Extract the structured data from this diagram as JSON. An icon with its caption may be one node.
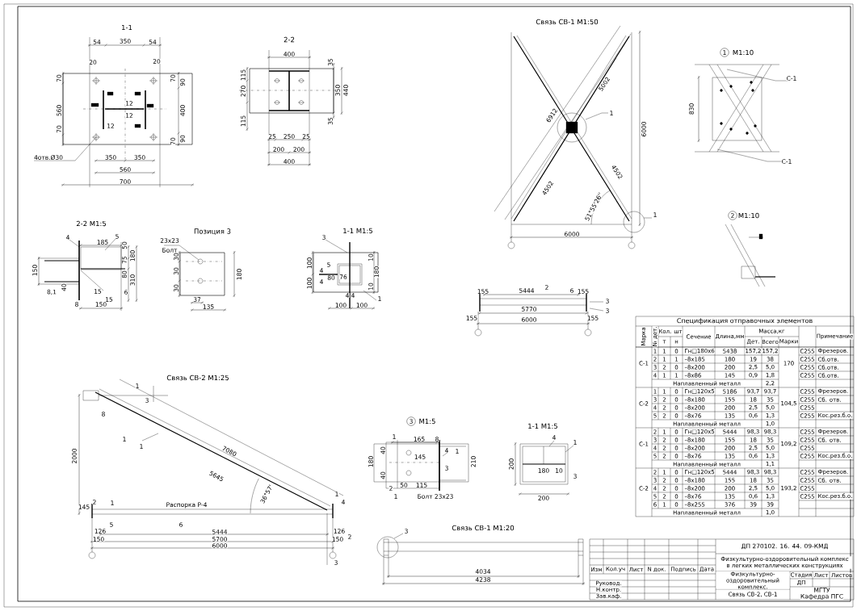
{
  "diagram": {
    "labels": [
      "1-1",
      "54",
      "350",
      "54",
      "20",
      "20",
      "70",
      "70",
      "90",
      "560",
      "400",
      "12",
      "12",
      "12",
      "70",
      "70",
      "90",
      "4отв.Ø30",
      "350",
      "350",
      "560",
      "700",
      "2-2",
      "400",
      "35",
      "115",
      "270",
      "115",
      "350",
      "440",
      "35",
      "25",
      "250",
      "25",
      "200",
      "200",
      "400",
      "2-2 М1:5",
      "4",
      "5",
      "185",
      "50",
      "180",
      "75",
      "150",
      "80",
      "310",
      "40",
      "8,1",
      "15",
      "15",
      "6",
      "8",
      "150",
      "Позиция 3",
      "23х23",
      "Болт",
      "30",
      "30",
      "30",
      "180",
      "37",
      "135",
      "1-1 М1:5",
      "3",
      "5",
      "100",
      "100",
      "4",
      "4",
      "80",
      "76",
      "10",
      "180",
      "10",
      "1",
      "4",
      "4",
      "100",
      "100",
      "Связь СВ-1 М1:50",
      "5002",
      "6912",
      "1",
      "6000",
      "4502",
      "4502",
      "51°55'26''",
      "1",
      "6000",
      "1",
      "М1:10",
      "С-1",
      "830",
      "С-1",
      "2",
      "М1:10",
      "155",
      "5444",
      "2",
      "6",
      "155",
      "3",
      "5770",
      "3",
      "155",
      "6000",
      "155",
      "Связь СВ-2 М1:25",
      "1",
      "3",
      "8",
      "1",
      "1",
      "2000",
      "7080",
      "5645",
      "36°57'",
      "Распорка Р-4",
      "2",
      "1",
      "145",
      "5",
      "6",
      "126",
      "5444",
      "150",
      "5700",
      "150",
      "6000",
      "1",
      "4",
      "126",
      "2",
      "3",
      "3",
      "М1:5",
      "165",
      "8",
      "1",
      "40",
      "180",
      "145",
      "4",
      "1",
      "3",
      "40",
      "210",
      "50",
      "115",
      "2",
      "1",
      "Болт 23х23",
      "1-1 М1:5",
      "4",
      "1",
      "200",
      "180",
      "10",
      "3",
      "200",
      "Связь СВ-1 М1:20",
      "3",
      "4034",
      "4238",
      "Спецификация отправочных элементов",
      "Марка",
      "№ дет.",
      "Кол. шт",
      "т",
      "н",
      "Сечение",
      "Длина,мм",
      "Масса,кг",
      "Дет.",
      "Всего",
      "Марки",
      "Примечание",
      "С-1",
      "1",
      "1",
      "0",
      "Гн□180х6",
      "5438",
      "157,2",
      "157,2",
      "С255",
      "Фрезеров.",
      "2",
      "1",
      "1",
      "–8х185",
      "180",
      "19",
      "38",
      "С255",
      "Сб.отв.",
      "3",
      "2",
      "0",
      "–8х200",
      "200",
      "2,5",
      "5,0",
      "С255",
      "Сб.отв.",
      "4",
      "1",
      "1",
      "–8х86",
      "145",
      "0,9",
      "1,8",
      "С255",
      "Сб.отв.",
      "170",
      "Наплавленный металл",
      "2,2",
      "С-2",
      "1",
      "1",
      "0",
      "Гн□120х5",
      "5186",
      "93,7",
      "93,7",
      "С255",
      "Фрезеров.",
      "3",
      "2",
      "0",
      "–8х180",
      "155",
      "18",
      "35",
      "С255",
      "Сб. отв.",
      "4",
      "2",
      "0",
      "–8х200",
      "200",
      "2,5",
      "5,0",
      "С255",
      "5",
      "2",
      "0",
      "–8х76",
      "135",
      "0,6",
      "1,3",
      "С255",
      "Кос.рез.б.о.",
      "104,5",
      "Наплавленный металл",
      "1,0",
      "С-1",
      "2",
      "1",
      "0",
      "Гн□120х5",
      "5444",
      "98,3",
      "98,3",
      "С255",
      "Фрезеров.",
      "3",
      "2",
      "0",
      "–8х180",
      "155",
      "18",
      "35",
      "С255",
      "Сб. отв.",
      "4",
      "2",
      "0",
      "–8х200",
      "200",
      "2,5",
      "5,0",
      "С255",
      "5",
      "2",
      "0",
      "–8х76",
      "135",
      "0,6",
      "1,3",
      "С255",
      "Кос.рез.б.о.",
      "109,2",
      "Наплавленный металл",
      "1,1",
      "С-2",
      "2",
      "1",
      "0",
      "Гн□120х5",
      "5444",
      "98,3",
      "98,3",
      "С255",
      "Фрезеров.",
      "3",
      "2",
      "0",
      "–8х180",
      "155",
      "18",
      "35",
      "С255",
      "Сб. отв.",
      "4",
      "2",
      "0",
      "–8х200",
      "200",
      "2,5",
      "5,0",
      "С255",
      "5",
      "2",
      "0",
      "–8х76",
      "135",
      "0,6",
      "1,3",
      "С255",
      "Кос.рез.б.о.",
      "6",
      "1",
      "0",
      "–8х255",
      "376",
      "39",
      "39",
      "193,2",
      "Наплавленный металл",
      "1,0",
      "ДП 270102. 16. 44. 09-КМД",
      "Физкультурно-оздоровительный комплекс в легких металлических конструкциях",
      "Изм",
      "Кол.уч",
      "Лист",
      "N док.",
      "Подпись",
      "Дата",
      "Физкультурно-оздоровительный комплекс.",
      "Стадия",
      "Лист",
      "Листов",
      "ДП",
      "Руковод.",
      "Н.контр.",
      "Зав.каф.",
      "Связь СВ-2, СВ-1",
      "МГТУ",
      "Кафедра ПГС"
    ]
  }
}
